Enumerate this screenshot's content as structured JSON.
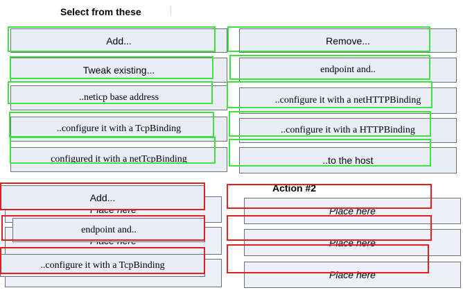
{
  "header": {
    "title": "Select  from these",
    "action2": "Action #2"
  },
  "choices": {
    "left": [
      "Add...",
      "Tweak existing...",
      "..neticp base address",
      "..configure it with a TcpBinding",
      "configured it with a netTcpBinding"
    ],
    "right": [
      "Remove...",
      "endpoint and..",
      "..configure it with a netHTTPBinding",
      "..configure it with a HTTPBinding",
      "..to the host"
    ]
  },
  "placeholder": "Place here",
  "placed": [
    "Add...",
    "endpoint and..",
    "..configure it with a TcpBinding"
  ],
  "colors": {
    "green": "#3ee23e",
    "red": "#e02020",
    "tile": "#e9edf6"
  }
}
